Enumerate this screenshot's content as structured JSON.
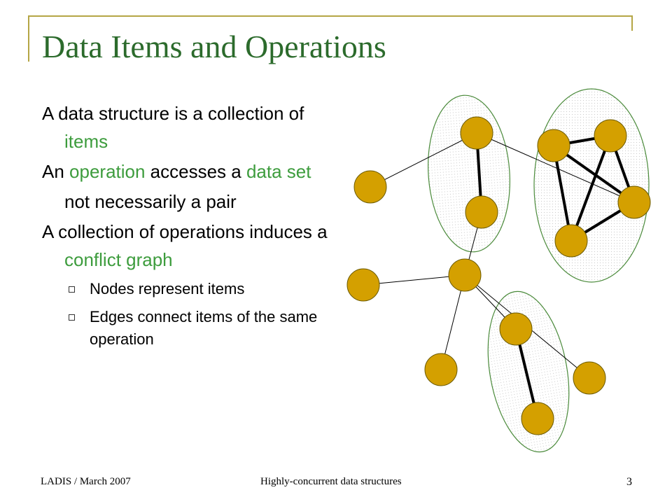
{
  "slide": {
    "title": "Data Items and Operations",
    "body": [
      {
        "type": "para",
        "parts": [
          {
            "text": "A data structure is a collection of "
          },
          {
            "text": "items",
            "accent": true
          }
        ]
      },
      {
        "type": "para",
        "parts": [
          {
            "text": "An "
          },
          {
            "text": "operation",
            "accent": true
          },
          {
            "text": " accesses a "
          },
          {
            "text": "data set",
            "accent": true
          }
        ]
      },
      {
        "type": "para2",
        "parts": [
          {
            "text": "not necessarily a pair"
          }
        ]
      },
      {
        "type": "para",
        "parts": [
          {
            "text": "A collection of operations induces a "
          },
          {
            "text": "conflict graph",
            "accent": true
          }
        ]
      },
      {
        "type": "sub",
        "parts": [
          {
            "text": "Nodes represent items"
          }
        ]
      },
      {
        "type": "sub",
        "parts": [
          {
            "text": "Edges connect items of the same operation"
          }
        ]
      }
    ]
  },
  "footer": {
    "left": "LADIS / March 2007",
    "center": "Highly-concurrent data structures",
    "page": "3"
  },
  "colors": {
    "title": "#2c6b2c",
    "accent": "#3d9c3d",
    "frame": "#b5a645",
    "node_fill": "#d4a000",
    "node_stroke": "#6b5a00",
    "cluster_stroke": "#4a8a3a"
  },
  "diagram": {
    "nodes": [
      {
        "id": "a"
      },
      {
        "id": "b"
      },
      {
        "id": "c"
      },
      {
        "id": "d"
      },
      {
        "id": "e"
      },
      {
        "id": "f"
      },
      {
        "id": "g"
      },
      {
        "id": "h"
      },
      {
        "id": "i"
      },
      {
        "id": "j"
      },
      {
        "id": "k"
      },
      {
        "id": "l"
      },
      {
        "id": "m"
      },
      {
        "id": "n"
      }
    ],
    "edges": [
      {
        "from": "a",
        "to": "b",
        "weight": "thick"
      },
      {
        "from": "a",
        "to": "f",
        "weight": "thin"
      },
      {
        "from": "a",
        "to": "c",
        "weight": "thin"
      },
      {
        "from": "b",
        "to": "h",
        "weight": "thin"
      },
      {
        "from": "d",
        "to": "e",
        "weight": "thick"
      },
      {
        "from": "d",
        "to": "g",
        "weight": "thick"
      },
      {
        "from": "d",
        "to": "f",
        "weight": "thick"
      },
      {
        "from": "e",
        "to": "f",
        "weight": "thick"
      },
      {
        "from": "e",
        "to": "g",
        "weight": "thick"
      },
      {
        "from": "f",
        "to": "g",
        "weight": "thick"
      },
      {
        "from": "h",
        "to": "i",
        "weight": "thin"
      },
      {
        "from": "h",
        "to": "j",
        "weight": "thin"
      },
      {
        "from": "h",
        "to": "k",
        "weight": "thin"
      },
      {
        "from": "h",
        "to": "l",
        "weight": "thin"
      },
      {
        "from": "k",
        "to": "m",
        "weight": "thick"
      }
    ],
    "clusters": [
      {
        "id": "left-op"
      },
      {
        "id": "right-op"
      },
      {
        "id": "bottom-op"
      }
    ]
  }
}
